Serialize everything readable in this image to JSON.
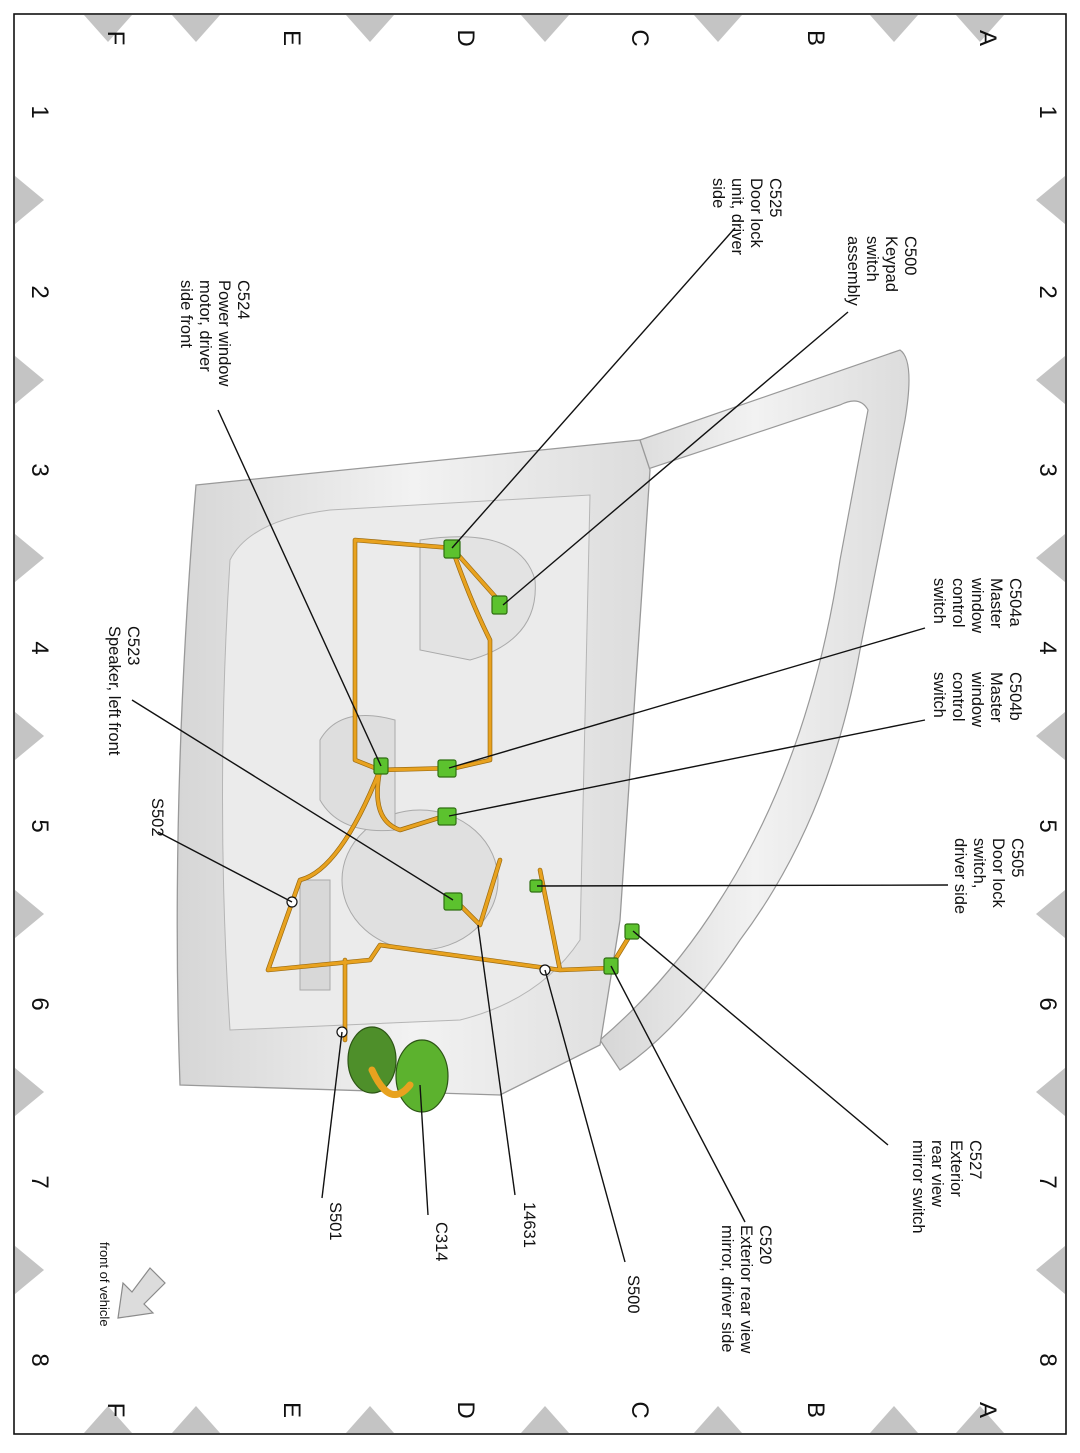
{
  "grid": {
    "columns": [
      "1",
      "2",
      "3",
      "4",
      "5",
      "6",
      "7",
      "8"
    ],
    "rows": [
      "A",
      "B",
      "C",
      "D",
      "E",
      "F"
    ]
  },
  "callouts": [
    {
      "id": "C500",
      "lines": [
        "C500",
        "Keypad",
        "switch",
        "assembly"
      ]
    },
    {
      "id": "C525",
      "lines": [
        "C525",
        "Door lock",
        "unit, driver",
        "side"
      ]
    },
    {
      "id": "C524",
      "lines": [
        "C524",
        "Power window",
        "motor, driver",
        "side front"
      ]
    },
    {
      "id": "C504a",
      "lines": [
        "C504a",
        "Master",
        "window",
        "control",
        "switch"
      ]
    },
    {
      "id": "C504b",
      "lines": [
        "C504b",
        "Master",
        "window",
        "control",
        "switch"
      ]
    },
    {
      "id": "C523",
      "lines": [
        "C523",
        "Speaker, left front"
      ]
    },
    {
      "id": "C505",
      "lines": [
        "C505",
        "Door lock",
        "switch,",
        "driver side"
      ]
    },
    {
      "id": "S502",
      "lines": [
        "S502"
      ]
    },
    {
      "id": "C527",
      "lines": [
        "C527",
        "Exterior",
        "rear view",
        "mirror switch"
      ]
    },
    {
      "id": "C520",
      "lines": [
        "C520",
        "Exterior rear view",
        "mirror, driver side"
      ]
    },
    {
      "id": "S500",
      "lines": [
        "S500"
      ]
    },
    {
      "id": "14631",
      "lines": [
        "14631"
      ]
    },
    {
      "id": "C314",
      "lines": [
        "C314"
      ]
    },
    {
      "id": "S501",
      "lines": [
        "S501"
      ]
    }
  ],
  "orientation": {
    "label": "front of vehicle",
    "icon": "arrow-icon"
  },
  "colors": {
    "harness": "#e8a21f",
    "connector": "#5cc22e",
    "door_panel": "#e4e4e4",
    "grid_marker": "#c4c4c4"
  }
}
